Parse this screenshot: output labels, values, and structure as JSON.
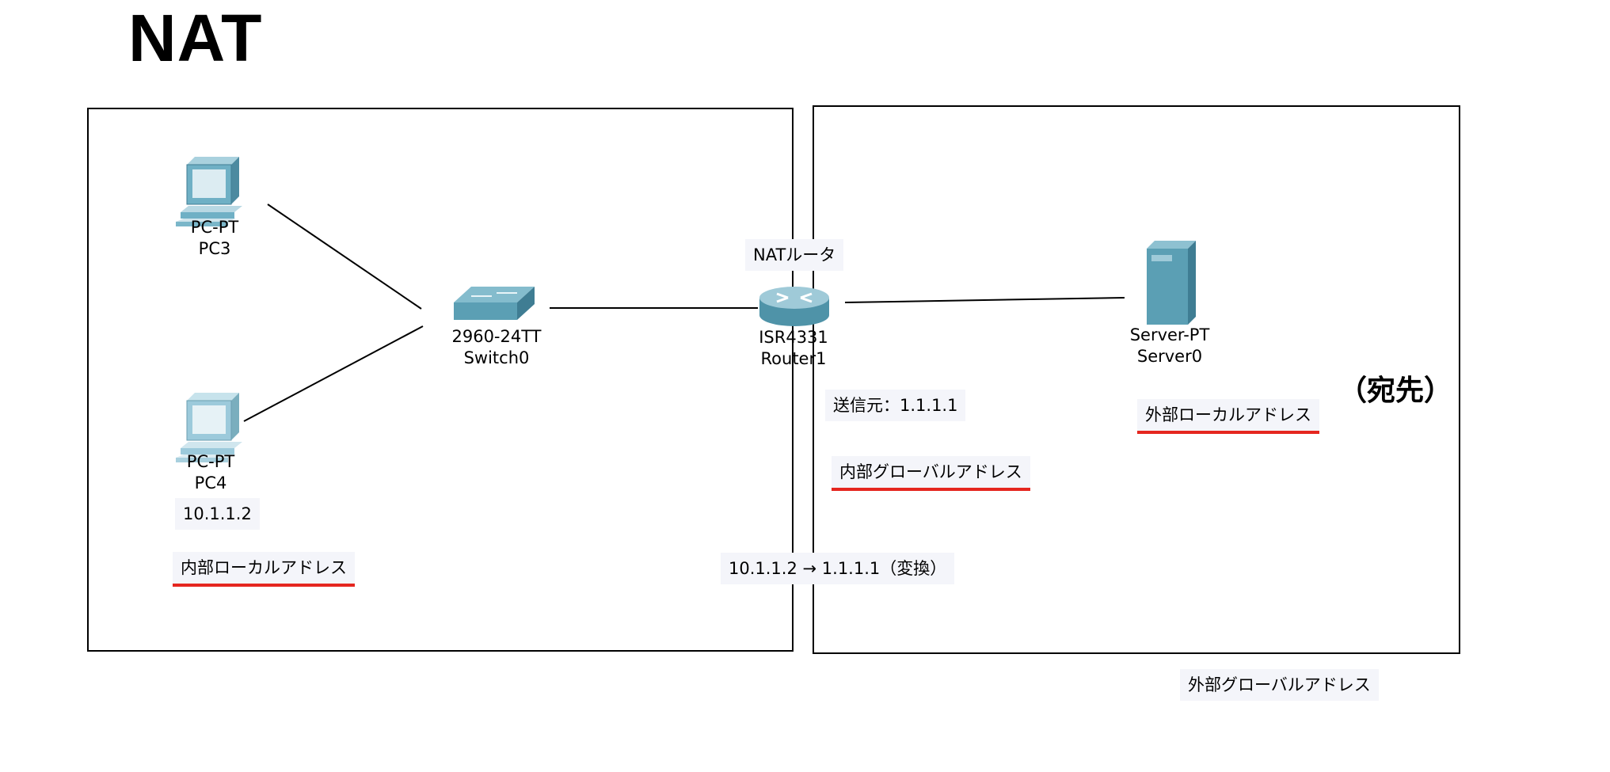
{
  "title": "NAT",
  "devices": {
    "pc3": {
      "model": "PC-PT",
      "name": "PC3",
      "icon": "pc-icon"
    },
    "pc4": {
      "model": "PC-PT",
      "name": "PC4",
      "icon": "pc-icon"
    },
    "switch0": {
      "model": "2960-24TT",
      "name": "Switch0",
      "icon": "switch-icon"
    },
    "router1": {
      "model": "ISR4331",
      "name": "Router1",
      "icon": "router-icon"
    },
    "server0": {
      "model": "Server-PT",
      "name": "Server0",
      "icon": "server-icon"
    }
  },
  "notes": {
    "router_name": "NATルータ",
    "pc4_ip": "10.1.1.2",
    "inside_local": "内部ローカルアドレス",
    "source": "送信元：1.1.1.1",
    "inside_global": "内部グローバルアドレス",
    "translation": "10.1.1.2 → 1.1.1.1（変換）",
    "outside_local": "外部ローカルアドレス",
    "destination": "（宛先）",
    "outside_global": "外部グローバルアドレス"
  },
  "colors": {
    "underline": "#e5261f",
    "note_background": "#f4f5fa",
    "device_teal": "#5b9fb4"
  }
}
